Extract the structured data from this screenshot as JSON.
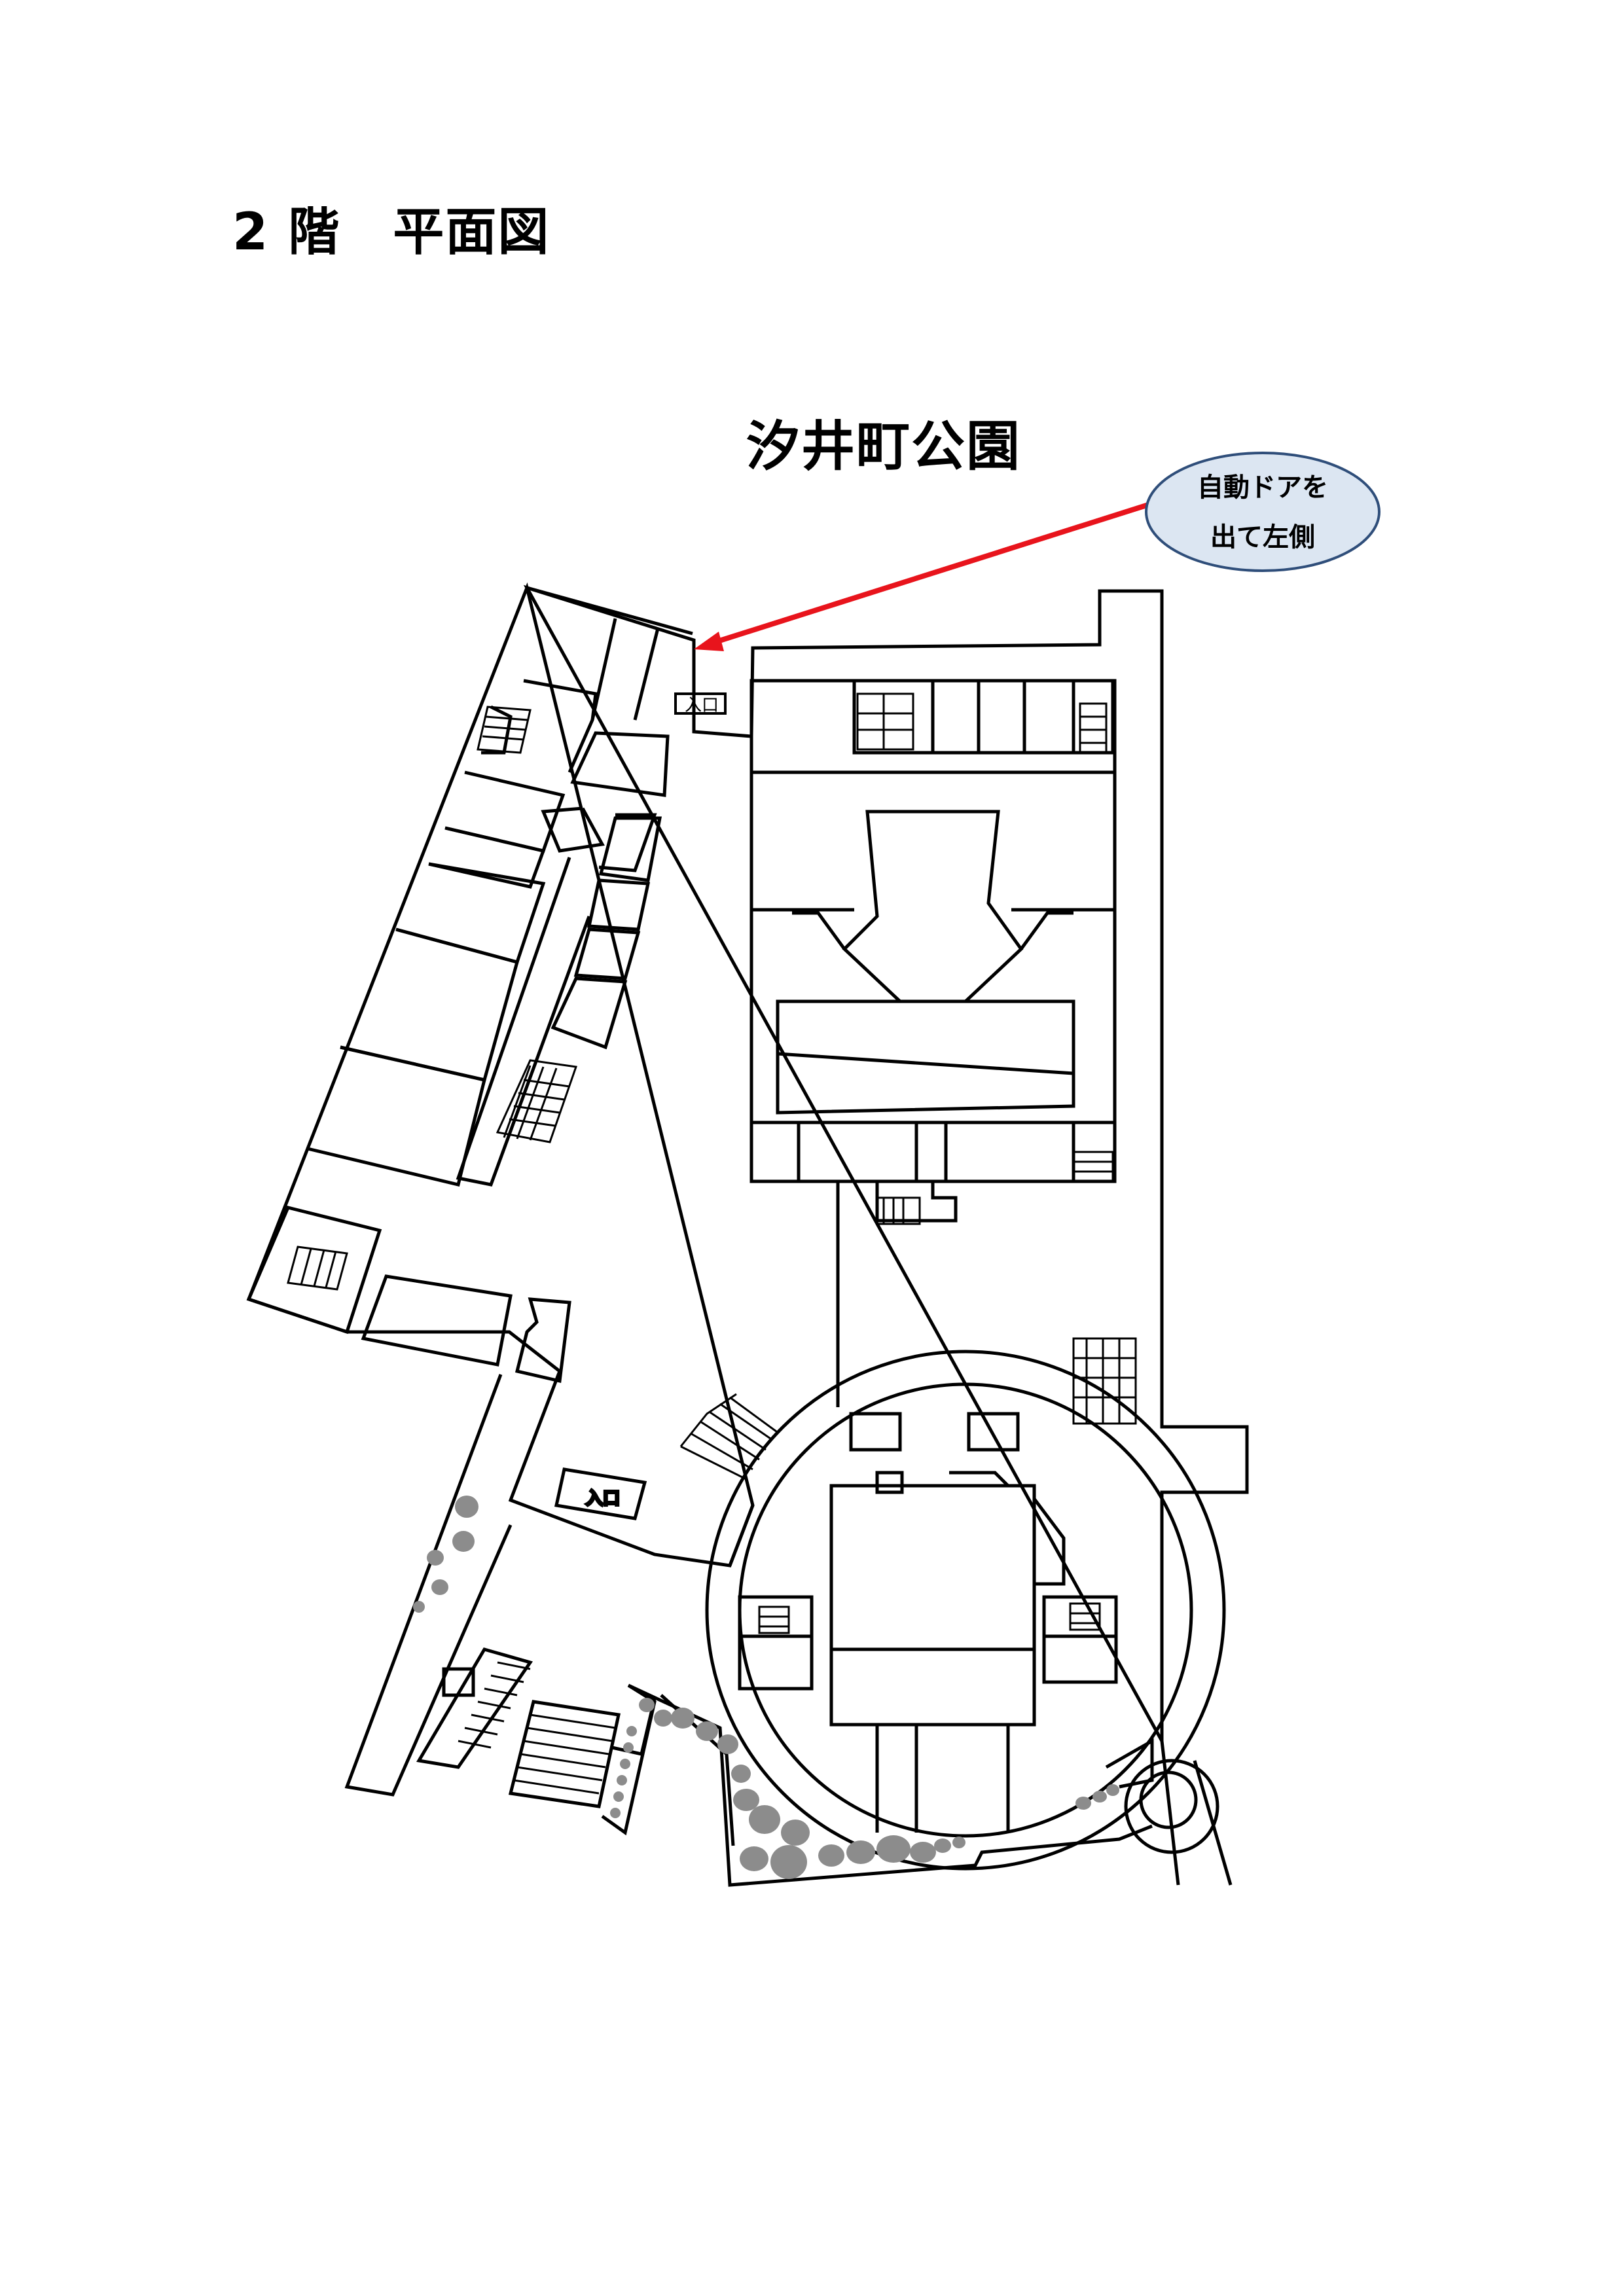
{
  "header": {
    "title": "2 階　平面図"
  },
  "map": {
    "park_label": "汐井町公園",
    "callout": {
      "line1": "自動ドアを",
      "line2": "出て左側"
    },
    "entrances": [
      "入口",
      "入口"
    ],
    "colors": {
      "wall": "#000000",
      "arrow": "#e8141c",
      "callout_fill": "#dce6f2",
      "callout_border": "#2f4e7a",
      "shrub": "#8c8c8c"
    }
  }
}
